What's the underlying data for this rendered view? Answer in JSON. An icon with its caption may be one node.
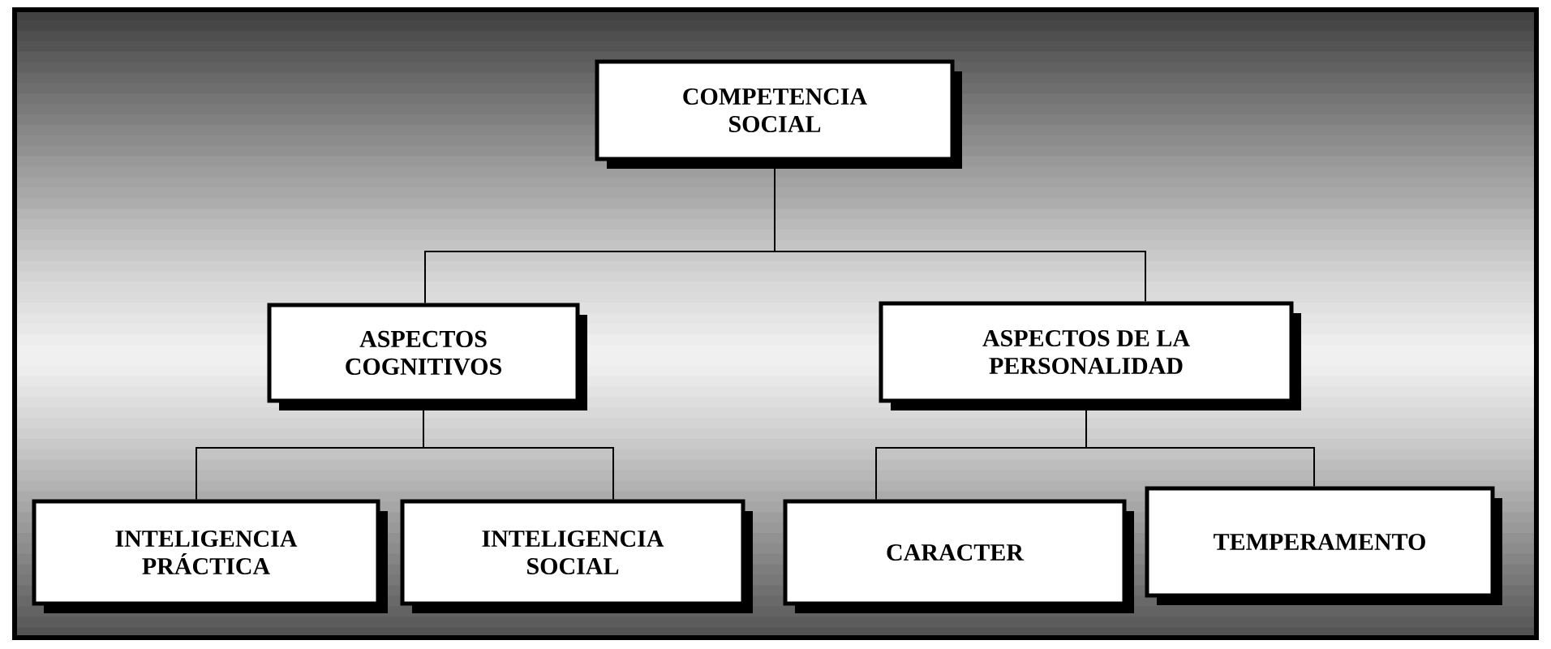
{
  "diagram": {
    "nodes": [
      {
        "text": [
          "COMPETENCIA SOCIAL"
        ]
      },
      {
        "text": [
          "ASPECTOS COGNITIVOS"
        ]
      },
      {
        "text": [
          "ASPECTOS DE LA PERSONALIDAD"
        ]
      },
      {
        "text": [
          "INTELIGENCIA PRÁCTICA"
        ]
      },
      {
        "text": [
          "INTELIGENCIA SOCIAL"
        ]
      },
      {
        "text": [
          "CARACTER"
        ]
      },
      {
        "text": [
          "TEMPERAMENTO"
        ]
      }
    ],
    "edges": [
      {
        "from": 0,
        "to": 1,
        "arrow": "none"
      },
      {
        "from": 0,
        "to": 2,
        "arrow": "none"
      },
      {
        "from": 1,
        "to": 3,
        "arrow": "none"
      },
      {
        "from": 1,
        "to": 4,
        "arrow": "none"
      },
      {
        "from": 2,
        "to": 5,
        "arrow": "none"
      },
      {
        "from": 2,
        "to": 6,
        "arrow": "none"
      }
    ]
  }
}
